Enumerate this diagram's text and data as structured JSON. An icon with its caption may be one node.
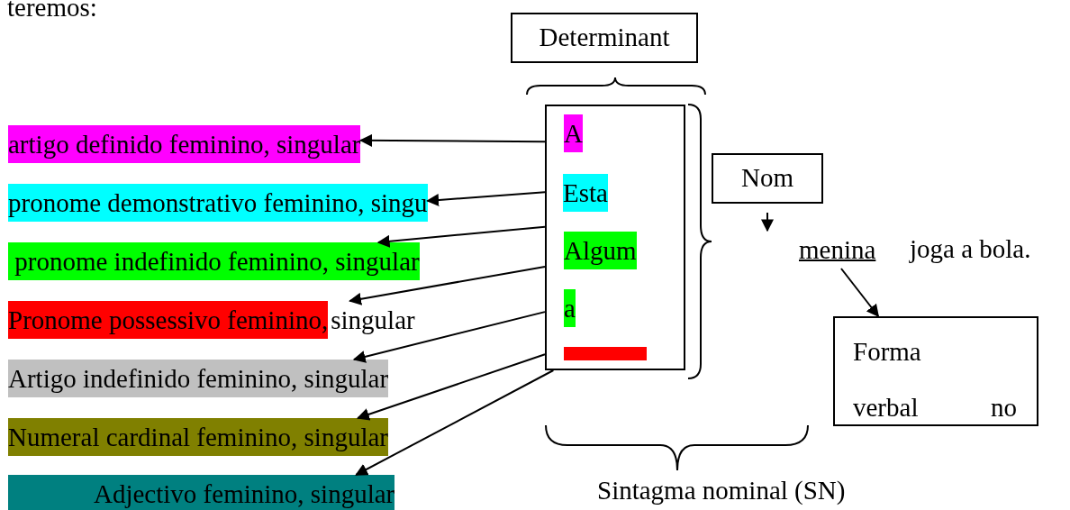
{
  "diagram": {
    "nodes": [
      {
        "text": [
          "Determinant"
        ]
      },
      {
        "text": [],
        "shape": "box"
      },
      {
        "text": [
          "A"
        ],
        "in": 1
      },
      {
        "text": [
          "Esta"
        ],
        "in": 1
      },
      {
        "text": [
          "Algum"
        ],
        "in": 1
      },
      {
        "text": [
          "a"
        ],
        "in": 1
      },
      {
        "text": [],
        "shape": "bar",
        "in": 1
      },
      {
        "text": [
          "artigo definido feminino, singular"
        ]
      },
      {
        "text": [
          "pronome demonstrativo feminino, singu"
        ]
      },
      {
        "text": [
          " pronome indefinido feminino, singular"
        ]
      },
      {
        "text": [
          "Pronome possessivo feminino,",
          "singular"
        ]
      },
      {
        "text": [
          "Artigo indefinido feminino, singular"
        ]
      },
      {
        "text": [
          "Numeral cardinal feminino, singular"
        ]
      },
      {
        "text": [
          "Adjectivo feminino, singular"
        ]
      },
      {
        "text": [
          "Nom"
        ]
      },
      {
        "text": [
          "menina"
        ]
      },
      {
        "text": [
          "Forma verbal no"
        ]
      }
    ],
    "edges": [
      {
        "from": 1,
        "to": 7,
        "arrow": "to"
      },
      {
        "from": 1,
        "to": 8,
        "arrow": "to"
      },
      {
        "from": 1,
        "to": 9,
        "arrow": "to"
      },
      {
        "from": 1,
        "to": 10,
        "arrow": "to"
      },
      {
        "from": 1,
        "to": 11,
        "arrow": "to"
      },
      {
        "from": 1,
        "to": 12,
        "arrow": "to"
      },
      {
        "from": 1,
        "to": 13,
        "arrow": "to"
      },
      {
        "from": 14,
        "to": 15,
        "arrow": "to"
      },
      {
        "from": 15,
        "to": 16,
        "arrow": "to"
      }
    ],
    "labels": [
      "teremos:",
      "joga a bola.",
      "Sintagma nominal (SN)"
    ]
  }
}
